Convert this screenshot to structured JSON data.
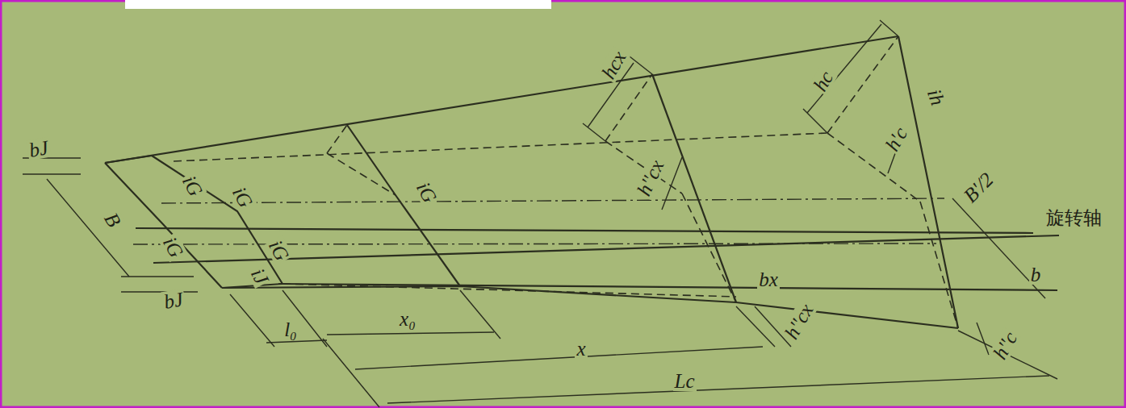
{
  "diagram": {
    "labels": [
      "bJ",
      "B",
      "bJ",
      "iG",
      "iG",
      "iG",
      "iG",
      "iG",
      "iJ",
      "l₀",
      "x₀",
      "x",
      "Lc",
      "hcx",
      "hc",
      "ih",
      "h'c",
      "h''cx",
      "B'/2",
      "旋转轴",
      "b",
      "bx",
      "h''cx",
      "h''c"
    ]
  }
}
